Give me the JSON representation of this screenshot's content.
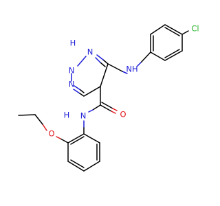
{
  "molecule": {
    "atoms": {
      "cl": "Cl",
      "nh_amine": "NH",
      "n_ring_h": "N",
      "h_ring": "H",
      "n_ring_a": "N",
      "n_ring_b": "N",
      "o_carbonyl": "O",
      "nh_amide_h": "H",
      "nh_amide_n": "N",
      "o_ether": "O"
    },
    "colors": {
      "nitrogen": "#1f1fd8",
      "oxygen": "#e0161b",
      "chlorine": "#2db52d",
      "carbon": "#000000"
    }
  }
}
